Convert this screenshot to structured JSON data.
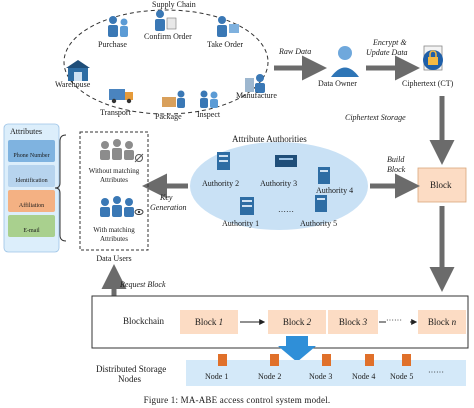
{
  "supply_chain": {
    "title": "Supply Chain",
    "stages": [
      "Purchase",
      "Confirm Order",
      "Take Order",
      "Warehouse",
      "Transport",
      "Package",
      "Inspect",
      "Manufacture"
    ]
  },
  "flow": {
    "raw_data": "Raw Data",
    "data_owner": "Data Owner",
    "encrypt_update": "Encrypt &",
    "encrypt_update_2": "Update Data",
    "ciphertext": "Ciphertext (CT)",
    "ciphertext_storage": "Ciphertext Storage",
    "build_block": "Build",
    "build_block_2": "Block",
    "block": "Block",
    "key_generation": "Key",
    "key_generation_2": "Generation",
    "request_block": "Request Block"
  },
  "attributes_panel": {
    "title": "Attributes",
    "items": [
      "Phone Number",
      "Identification",
      "Affiliation",
      "E-mail"
    ]
  },
  "data_users": {
    "without": "Without matching",
    "without_2": "Attributes",
    "with": "With matching",
    "with_2": "Attributes",
    "label": "Data Users"
  },
  "attribute_authorities": {
    "title": "Attribute Authorities",
    "authorities": [
      "Authority 2",
      "Authority 3",
      "Authority 4",
      "Authority 1",
      "Authority 5"
    ],
    "ellipsis": "……"
  },
  "blockchain": {
    "label": "Blockchain",
    "blocks": [
      "Block 1",
      "Block 2",
      "Block 3",
      "Block n"
    ],
    "block_prefix": "Block",
    "block_suffixes": [
      "1",
      "2",
      "3",
      "n"
    ],
    "dots": "······"
  },
  "storage": {
    "label": "Distributed Storage",
    "label_2": "Nodes",
    "nodes": [
      "Node 1",
      "Node 2",
      "Node 3",
      "Node 4",
      "Node 5"
    ],
    "dots": "······"
  },
  "caption": "Figure 1: MA-ABE access control system model.",
  "colors": {
    "arrow": "#6b6b6b",
    "block_fill": "#fcdcc4",
    "authority_ellipse": "#c9e1f5",
    "storage_band": "#d4e9f9",
    "attr_panel": "#dceefb"
  }
}
